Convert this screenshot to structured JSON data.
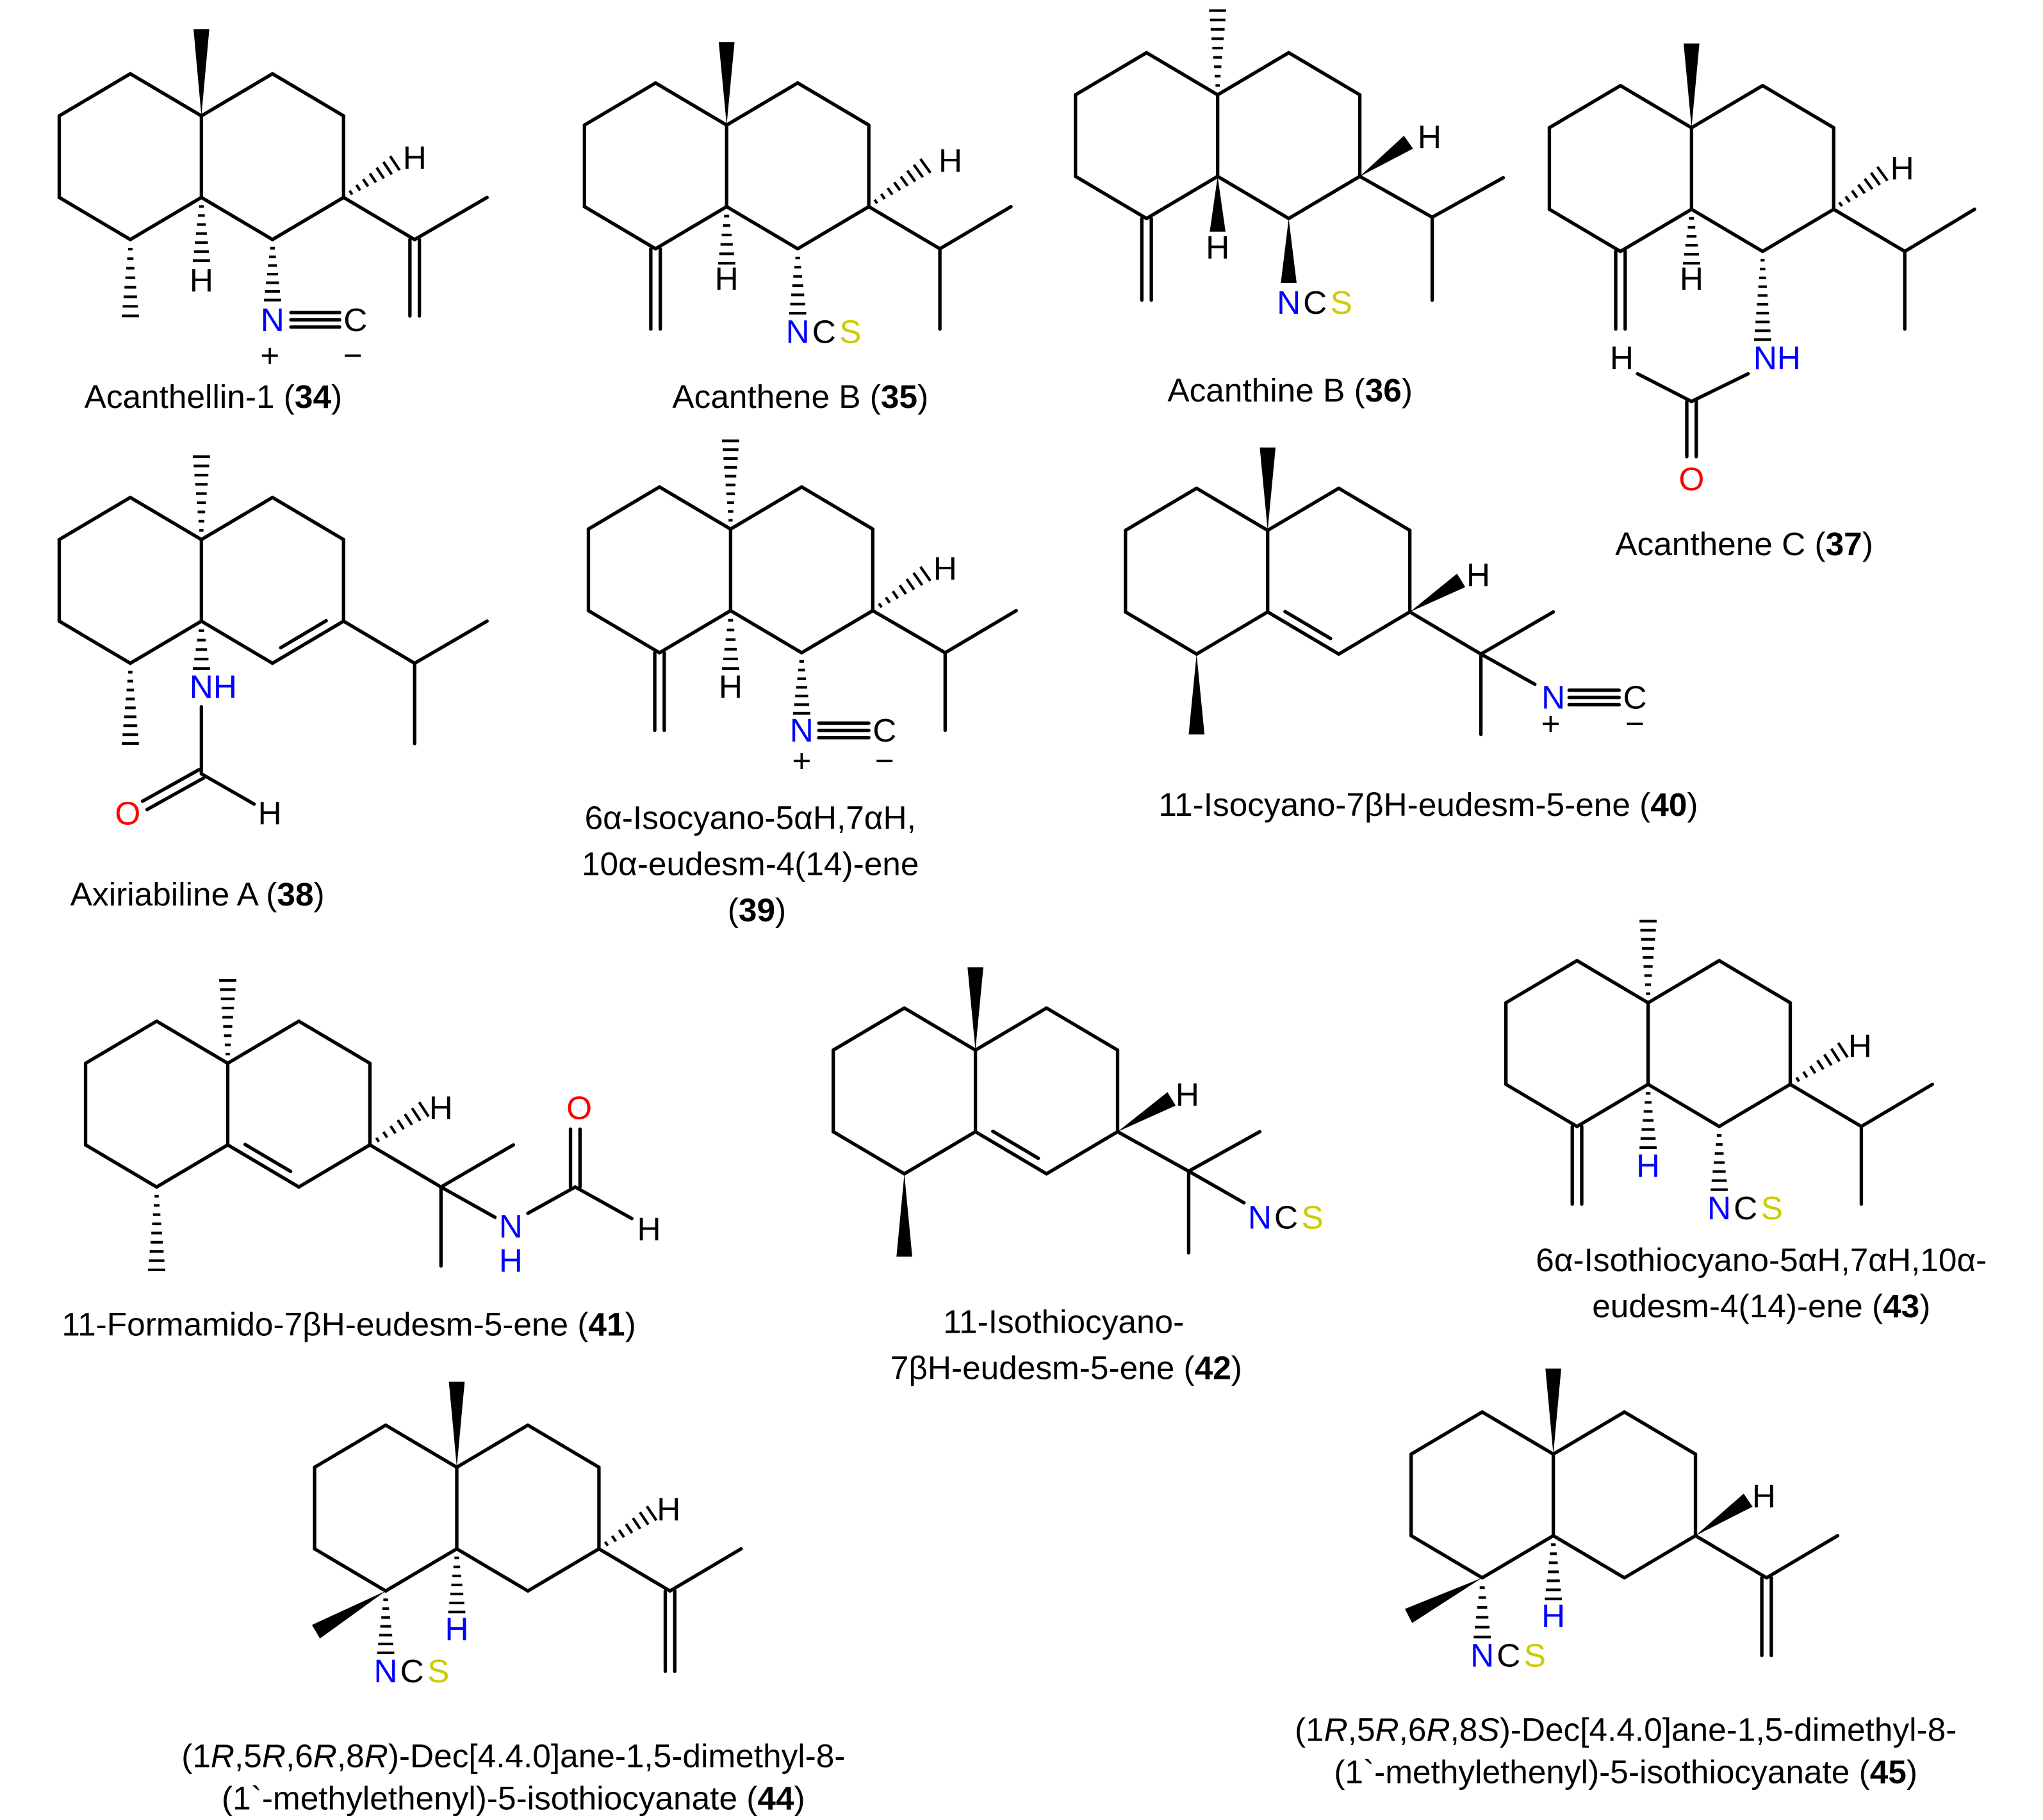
{
  "colors": {
    "bond": "#000000",
    "N": "#0000ff",
    "S": "#cccc00",
    "O": "#ff0000",
    "text": "#000000"
  },
  "compounds": [
    {
      "id": "34",
      "atoms": [
        "H",
        "N",
        "C",
        "+",
        "−",
        "H"
      ],
      "caption": [
        [
          {
            "text": "Acanthellin-1 ("
          },
          {
            "text": "34",
            "bold": true
          },
          {
            "text": ")"
          }
        ]
      ]
    },
    {
      "id": "35",
      "atoms": [
        "H",
        "N",
        "C",
        "S",
        "H"
      ],
      "caption": [
        [
          {
            "text": "Acanthene B ("
          },
          {
            "text": "35",
            "bold": true
          },
          {
            "text": ")"
          }
        ]
      ]
    },
    {
      "id": "36",
      "atoms": [
        "H",
        "N",
        "C",
        "S",
        "H"
      ],
      "caption": [
        [
          {
            "text": "Acanthine B ("
          },
          {
            "text": "36",
            "bold": true
          },
          {
            "text": ")"
          }
        ]
      ]
    },
    {
      "id": "37",
      "atoms": [
        "H",
        "NH",
        "H",
        "O",
        "H"
      ],
      "caption": [
        [
          {
            "text": "Acanthene C ("
          },
          {
            "text": "37",
            "bold": true
          },
          {
            "text": ")"
          }
        ]
      ]
    },
    {
      "id": "38",
      "atoms": [
        "NH",
        "O",
        "H"
      ],
      "caption": [
        [
          {
            "text": "Axiriabiline A ("
          },
          {
            "text": "38",
            "bold": true
          },
          {
            "text": ")"
          }
        ]
      ]
    },
    {
      "id": "39",
      "atoms": [
        "H",
        "N",
        "C",
        "+",
        "−",
        "H"
      ],
      "caption": [
        [
          {
            "text": "6α-Isocyano-5αH,7αH,"
          }
        ],
        [
          {
            "text": "10α-eudesm-4(14)-ene"
          }
        ],
        [
          {
            "text": "("
          },
          {
            "text": "39",
            "bold": true
          },
          {
            "text": ")"
          }
        ]
      ]
    },
    {
      "id": "40",
      "atoms": [
        "H",
        "N",
        "C",
        "+",
        "−"
      ],
      "caption": [
        [
          {
            "text": "11-Isocyano-7βH-eudesm-5-ene ("
          },
          {
            "text": "40",
            "bold": true
          },
          {
            "text": ")"
          }
        ]
      ]
    },
    {
      "id": "41",
      "atoms": [
        "H",
        "N",
        "H",
        "O",
        "H"
      ],
      "caption": [
        [
          {
            "text": "11-Formamido-7βH-eudesm-5-ene ("
          },
          {
            "text": "41",
            "bold": true
          },
          {
            "text": ")"
          }
        ]
      ]
    },
    {
      "id": "42",
      "atoms": [
        "H",
        "N",
        "C",
        "S"
      ],
      "caption": [
        [
          {
            "text": "11-Isothiocyano-"
          }
        ],
        [
          {
            "text": "7βH-eudesm-5-ene ("
          },
          {
            "text": "42",
            "bold": true
          },
          {
            "text": ")"
          }
        ]
      ]
    },
    {
      "id": "43",
      "atoms": [
        "H",
        "N",
        "C",
        "S",
        "H"
      ],
      "caption": [
        [
          {
            "text": "6α-Isothiocyano-5αH,7αH,10α-"
          }
        ],
        [
          {
            "text": "eudesm-4(14)-ene ("
          },
          {
            "text": "43",
            "bold": true
          },
          {
            "text": ")"
          }
        ]
      ]
    },
    {
      "id": "44",
      "atoms": [
        "H",
        "N",
        "C",
        "S",
        "H"
      ],
      "caption": [
        [
          {
            "text": "(1"
          },
          {
            "text": "R",
            "italic": true
          },
          {
            "text": ",5"
          },
          {
            "text": "R",
            "italic": true
          },
          {
            "text": ",6"
          },
          {
            "text": "R",
            "italic": true
          },
          {
            "text": ",8"
          },
          {
            "text": "R",
            "italic": true
          },
          {
            "text": ")-Dec[4.4.0]ane-1,5-dimethyl-8-"
          }
        ],
        [
          {
            "text": "(1`-methylethenyl)-5-isothiocyanate ("
          },
          {
            "text": "44",
            "bold": true
          },
          {
            "text": ")"
          }
        ]
      ]
    },
    {
      "id": "45",
      "atoms": [
        "H",
        "N",
        "C",
        "S",
        "H"
      ],
      "caption": [
        [
          {
            "text": "(1"
          },
          {
            "text": "R",
            "italic": true
          },
          {
            "text": ",5"
          },
          {
            "text": "R",
            "italic": true
          },
          {
            "text": ",6"
          },
          {
            "text": "R",
            "italic": true
          },
          {
            "text": ",8"
          },
          {
            "text": "S",
            "italic": true
          },
          {
            "text": ")-Dec[4.4.0]ane-1,5-dimethyl-8-"
          }
        ],
        [
          {
            "text": "(1`-methylethenyl)-5-isothiocyanate ("
          },
          {
            "text": "45",
            "bold": true
          },
          {
            "text": ")"
          }
        ]
      ]
    }
  ]
}
